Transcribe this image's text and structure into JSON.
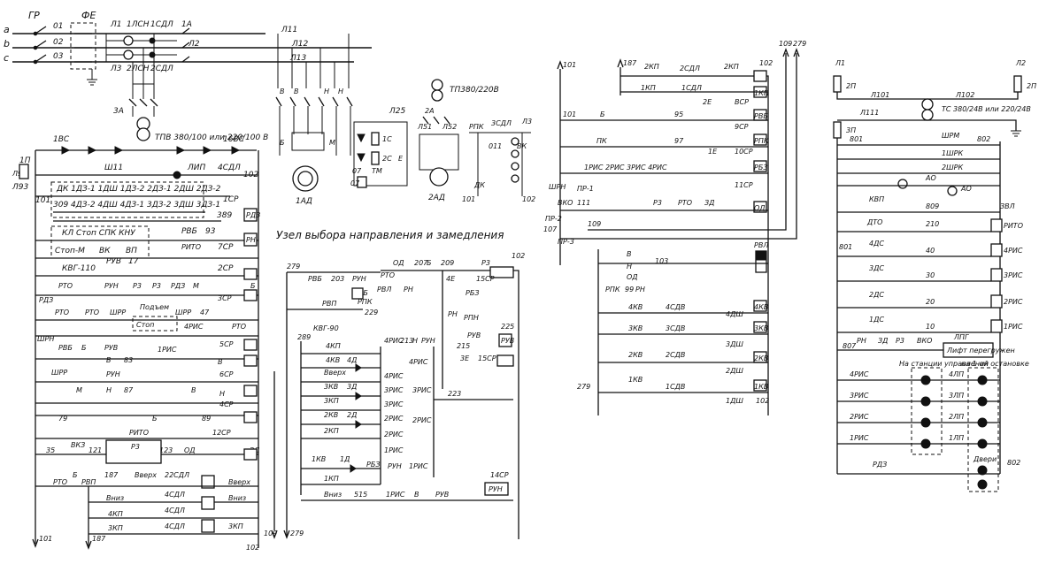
{
  "labels": {
    "phase_a": "a",
    "phase_b": "b",
    "phase_c": "c",
    "gr": "ГР",
    "fe": "ФЕ",
    "w01": "01",
    "w02": "02",
    "w03": "03",
    "l1": "Л1",
    "l2": "Л2",
    "l3": "Л3",
    "l11": "Л11",
    "l12": "Л12",
    "l13": "Л13",
    "l1sn": "1ЛСН",
    "l1sdl": "1СДЛ",
    "l2sn": "2ЛСН",
    "l2sdl": "2СДЛ",
    "s1a": "1А",
    "s2a": "2А",
    "s3a": "3А",
    "tpv": "ТПВ 380/100 или 220/100 В",
    "tp380": "ТП380/220В",
    "n1vs": "1ВС",
    "n16vs": "16ВС",
    "n1p": "1П",
    "l91": "Л91",
    "l93": "Л93",
    "w101": "101",
    "w102": "102",
    "sh11": "Ш11",
    "lip": "ЛИП",
    "sdl4": "4СДЛ",
    "dk_row": "ДК 1ДЗ-1 1ДШ 1ДЗ-2 2ДЗ-1 2ДШ 2ДЗ-2",
    "row309": "309 4ДЗ-2 4ДШ 4ДЗ-1 3ДЗ-2 3ДШ 3ДЗ-1",
    "sr1": "1СР",
    "n389": "389",
    "rdz": "РДЗ",
    "kl_row": "КЛ Стоп СПК КНУ",
    "stopm": "Стоп-М",
    "vk": "ВК",
    "vp": "ВП",
    "rvb": "РВБ",
    "n93": "93",
    "sr7": "7СР",
    "rito": "РИТО",
    "rn": "РН",
    "ruv": "РУВ",
    "n17": "17",
    "kvg110": "КВГ-110",
    "sr2": "2СР",
    "rto": "РТО",
    "run": "РУН",
    "r3": "Р3",
    "m": "М",
    "b": "Б",
    "sr3": "3СР",
    "shrr": "ШРР",
    "podem": "Подъем",
    "stop": "Стоп",
    "n47": "47",
    "ris4": "4РИС",
    "shrn": "ШРН",
    "sr5": "5СР",
    "ris1": "1РИС",
    "n83": "83",
    "v": "В",
    "sr6": "6СР",
    "n87": "87",
    "n": "Н",
    "sr4": "4СР",
    "n79": "79",
    "n89": "89",
    "sr12": "12СР",
    "n35": "35",
    "vkz": "ВКЗ",
    "n121": "121",
    "n123": "123",
    "od": "ОД",
    "zd": "ЗД",
    "rvp": "РВП",
    "n187": "187",
    "vverh": "Вверх",
    "vniz": "Вниз",
    "sdl22": "22СДЛ",
    "sdl4b": "4СДЛ",
    "kp4": "4КП",
    "kp3": "3КП",
    "n101": "101",
    "l25": "Л25",
    "s1c": "1С",
    "s2c": "2С",
    "e": "Е",
    "tm": "ТМ",
    "c07": "07",
    "ad1": "1АД",
    "ad2": "2АД",
    "ls1": "Л51",
    "ls2": "Л52",
    "rpk": "РПК",
    "sdl3": "3СДЛ",
    "l3b": "Л3",
    "n011": "011",
    "vk2": "ВК",
    "dk": "ДК",
    "caption": "Узел выбора направления и замедления",
    "n279": "279",
    "n203": "203",
    "rvb6": "РВБ",
    "rpk2": "РПК",
    "n229": "229",
    "kvg90": "КВГ-90",
    "n289": "289",
    "kp4b": "4КП",
    "kv4": "4КВ",
    "d4": "4Д",
    "kv3": "3КВ",
    "d3": "3Д",
    "kp3b": "3КП",
    "kv2": "2КВ",
    "d2": "2Д",
    "kp2": "2КП",
    "kv1": "1КВ",
    "d1": "1Д",
    "kp1": "1КП",
    "rbz": "РБЗ",
    "n515": "515",
    "ris3": "3РИС",
    "ris2": "2РИС",
    "n213": "213",
    "n207": "207",
    "n209": "209",
    "n4e": "4Е",
    "sr15": "15СР",
    "rpn": "РПН",
    "n225": "225",
    "n215": "215",
    "n223": "223",
    "sr14": "14СР",
    "n3e": "3Е",
    "w187": "187",
    "sdl2": "2СДЛ",
    "kp2c": "2КП",
    "kp1c": "1КП",
    "sdl1": "1СДЛ",
    "n2e": "2Е",
    "vsr": "ВСР",
    "n95": "95",
    "sr9": "9СР",
    "pk": "ПК",
    "n97": "97",
    "n1e": "1Е",
    "sr10": "10СР",
    "rb3": "РБЗ",
    "ris1r": "1РИС 2РИС 3РИС 4РИС",
    "pr1": "ПР-1",
    "pr2": "ПР-2",
    "pr3": "ПР-3",
    "vko": "ВКО",
    "n111": "111",
    "n107": "107",
    "n109": "109",
    "sr11": "11СР",
    "rvl": "РВЛ",
    "n103": "103",
    "n99": "99",
    "kv4b": "4КВ",
    "sdv4": "4СДВ",
    "dsh4": "4ДШ",
    "kv3b": "3КВ",
    "sdv3": "3СДВ",
    "dsh3": "3ДШ",
    "kv2b": "2КВ",
    "sdv2": "2СДВ",
    "dsh2": "2ДШ",
    "kv1b": "1КВ",
    "sdv1": "1СДВ",
    "dsh1": "1ДШ",
    "w109": "109",
    "w279": "279",
    "l1r": "Л1",
    "l2r": "Л2",
    "p2a": "2П",
    "p2b": "2П",
    "l101": "Л101",
    "l102": "Л102",
    "l111": "Л111",
    "ts": "ТС 380/24В или 220/24В",
    "p3": "3П",
    "n801": "801",
    "n802": "802",
    "shrm": "ШРМ",
    "shrk": "1ШРК",
    "shrk2": "2ШРК",
    "ao": "АО",
    "kvp": "КВП",
    "n809": "809",
    "zvl": "ЗВЛ",
    "dto": "ДТО",
    "n210": "210",
    "ds4": "4ДС",
    "n40": "40",
    "ds3": "3ДС",
    "n30": "30",
    "ds2": "2ДС",
    "n20": "20",
    "ds1": "1ДС",
    "n10": "10",
    "n807": "807",
    "rn2": "РН",
    "ris_pl": "4РИС",
    "ris_pl3": "3РИС",
    "ris_pl2": "2РИС",
    "ris_pl1": "1РИС",
    "lpg": "ЛПГ",
    "lift": "Лифт перегружен",
    "station": "На станции управления",
    "floor1": "на 1-ой остановке",
    "lp4": "4ЛП",
    "lp3": "3ЛП",
    "lp2": "2ЛП",
    "lp1": "1ЛП",
    "dveri": "Двери",
    "rdz2": "РДЗ"
  }
}
